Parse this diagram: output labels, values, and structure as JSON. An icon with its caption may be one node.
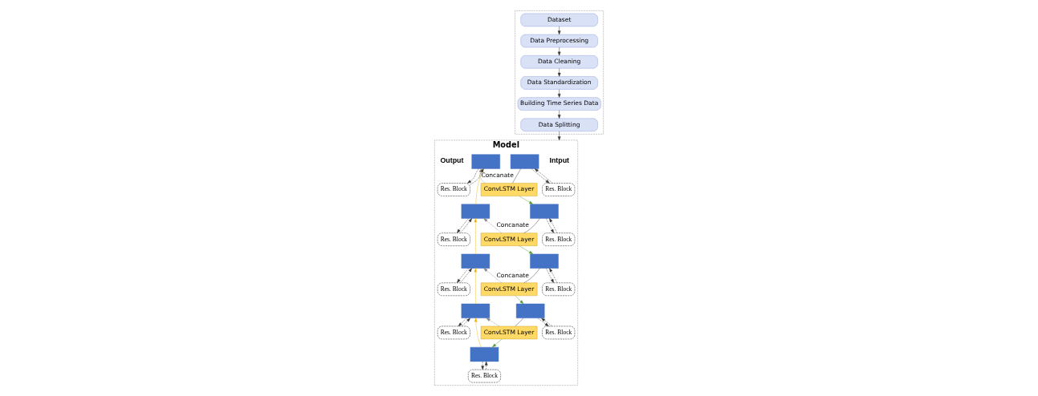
{
  "diagram": {
    "nodes": [
      {
        "text": [],
        "shape": "box"
      },
      {
        "text": [
          "Dataset"
        ],
        "in": 0
      },
      {
        "text": [
          "Data Preprocessing"
        ],
        "in": 0
      },
      {
        "text": [
          "Data Cleaning"
        ],
        "in": 0
      },
      {
        "text": [
          "Data Standardization"
        ],
        "in": 0
      },
      {
        "text": [
          "Building Time Series Data"
        ],
        "in": 0
      },
      {
        "text": [
          "Data Splitting"
        ],
        "in": 0
      },
      {
        "text": [
          "Model"
        ]
      },
      {
        "text": [
          "Intput"
        ],
        "in": 7
      },
      {
        "text": [],
        "shape": "bar",
        "in": 7
      },
      {
        "text": [
          "Res. Block"
        ],
        "in": 7
      },
      {
        "text": [
          "ConvLSTM Layer"
        ],
        "in": 7
      },
      {
        "text": [],
        "shape": "bar",
        "in": 7
      },
      {
        "text": [
          "Res. Block"
        ],
        "in": 7
      },
      {
        "text": [
          "ConvLSTM Layer"
        ],
        "in": 7
      },
      {
        "text": [],
        "shape": "bar",
        "in": 7
      },
      {
        "text": [
          "Res. Block"
        ],
        "in": 7
      },
      {
        "text": [
          "ConvLSTM Layer"
        ],
        "in": 7
      },
      {
        "text": [],
        "shape": "bar",
        "in": 7
      },
      {
        "text": [
          "Res. Block"
        ],
        "in": 7
      },
      {
        "text": [
          "ConvLSTM Layer"
        ],
        "in": 7
      },
      {
        "text": [],
        "shape": "bar",
        "in": 7
      },
      {
        "text": [
          "Res. Block"
        ],
        "in": 7
      },
      {
        "text": [],
        "shape": "bar",
        "in": 7
      },
      {
        "text": [
          "Res. Block"
        ],
        "in": 7
      },
      {
        "text": [],
        "shape": "bar",
        "in": 7
      },
      {
        "text": [
          "Res. Block"
        ],
        "in": 7
      },
      {
        "text": [],
        "shape": "bar",
        "in": 7
      },
      {
        "text": [
          "Res. Block"
        ],
        "in": 7
      },
      {
        "text": [],
        "shape": "bar",
        "in": 7
      },
      {
        "text": [
          "Res. Block"
        ],
        "in": 7
      },
      {
        "text": [
          "Output"
        ],
        "in": 7
      }
    ],
    "edges": [
      {
        "from": 1,
        "to": 2,
        "arrow": "to"
      },
      {
        "from": 2,
        "to": 3,
        "arrow": "to"
      },
      {
        "from": 3,
        "to": 4,
        "arrow": "to"
      },
      {
        "from": 4,
        "to": 5,
        "arrow": "to"
      },
      {
        "from": 5,
        "to": 6,
        "arrow": "to"
      },
      {
        "from": 6,
        "to": 7,
        "arrow": "to"
      },
      {
        "from": 9,
        "to": 10,
        "arrow": "to",
        "style": "dashed"
      },
      {
        "from": 10,
        "to": 9,
        "arrow": "to",
        "style": "dashed"
      },
      {
        "from": 9,
        "to": 11,
        "arrow": "none"
      },
      {
        "from": 11,
        "to": 12,
        "arrow": "to",
        "color": "#4e9a2f"
      },
      {
        "from": 11,
        "to": 29,
        "arrow": "to",
        "label": "Concanate",
        "style": "dashed",
        "color": "#808080"
      },
      {
        "from": 12,
        "to": 13,
        "arrow": "to",
        "style": "dashed"
      },
      {
        "from": 13,
        "to": 12,
        "arrow": "to",
        "style": "dashed"
      },
      {
        "from": 12,
        "to": 14,
        "arrow": "none"
      },
      {
        "from": 14,
        "to": 15,
        "arrow": "to",
        "color": "#4e9a2f"
      },
      {
        "from": 14,
        "to": 27,
        "arrow": "to",
        "label": "Concanate",
        "style": "dashed",
        "color": "#808080"
      },
      {
        "from": 15,
        "to": 16,
        "arrow": "to",
        "style": "dashed"
      },
      {
        "from": 16,
        "to": 15,
        "arrow": "to",
        "style": "dashed"
      },
      {
        "from": 15,
        "to": 17,
        "arrow": "none"
      },
      {
        "from": 17,
        "to": 18,
        "arrow": "to",
        "color": "#4e9a2f"
      },
      {
        "from": 17,
        "to": 25,
        "arrow": "to",
        "label": "Concanate",
        "style": "dashed",
        "color": "#808080"
      },
      {
        "from": 18,
        "to": 19,
        "arrow": "to",
        "style": "dashed"
      },
      {
        "from": 19,
        "to": 18,
        "arrow": "to",
        "style": "dashed"
      },
      {
        "from": 18,
        "to": 20,
        "arrow": "none"
      },
      {
        "from": 20,
        "to": 21,
        "arrow": "to",
        "color": "#4e9a2f"
      },
      {
        "from": 20,
        "to": 23,
        "arrow": "to",
        "style": "dashed",
        "color": "#808080"
      },
      {
        "from": 21,
        "to": 22,
        "arrow": "to",
        "style": "dashed"
      },
      {
        "from": 22,
        "to": 21,
        "arrow": "to",
        "style": "dashed"
      },
      {
        "from": 21,
        "to": 23,
        "arrow": "to",
        "color": "#f0b400"
      },
      {
        "from": 23,
        "to": 24,
        "arrow": "to",
        "style": "dashed"
      },
      {
        "from": 24,
        "to": 23,
        "arrow": "to",
        "style": "dashed"
      },
      {
        "from": 23,
        "to": 25,
        "arrow": "to",
        "color": "#f0b400"
      },
      {
        "from": 25,
        "to": 26,
        "arrow": "to",
        "style": "dashed"
      },
      {
        "from": 26,
        "to": 25,
        "arrow": "to",
        "style": "dashed"
      },
      {
        "from": 25,
        "to": 27,
        "arrow": "to",
        "color": "#f0b400"
      },
      {
        "from": 27,
        "to": 28,
        "arrow": "to",
        "style": "dashed"
      },
      {
        "from": 28,
        "to": 27,
        "arrow": "to",
        "style": "dashed"
      },
      {
        "from": 27,
        "to": 29,
        "arrow": "to",
        "color": "#f0b400"
      },
      {
        "from": 29,
        "to": 30,
        "arrow": "to",
        "style": "dashed"
      },
      {
        "from": 30,
        "to": 29,
        "arrow": "to",
        "style": "dashed"
      }
    ]
  }
}
